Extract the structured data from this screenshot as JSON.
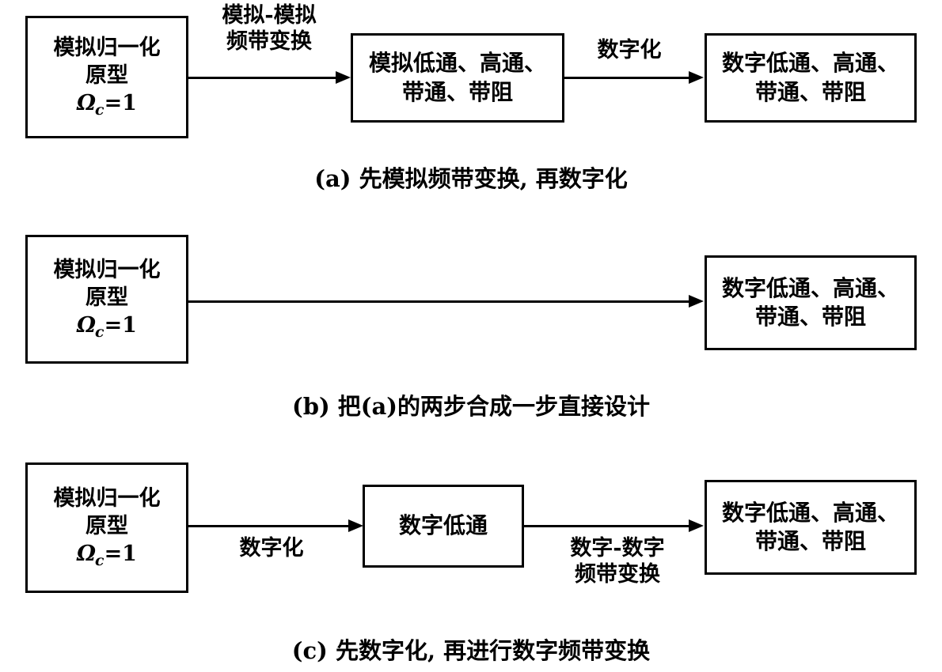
{
  "figure": {
    "title": "IIR digital filter design routes block diagram",
    "line_color": "#000000",
    "background_color": "#ffffff"
  },
  "prototype": {
    "line1": "模拟归一化",
    "line2": "原型",
    "omega_symbol": "Ω",
    "omega_subscript": "c",
    "omega_equation": "=1"
  },
  "sections": [
    {
      "id": "a",
      "caption": "(a) 先模拟频带变换, 再数字化",
      "boxes": [
        {
          "name": "analog-prototype",
          "lines": [
            "模拟归一化",
            "原型",
            "Ωc=1"
          ]
        },
        {
          "name": "analog-filters",
          "lines": [
            "模拟低通、高通、",
            "带通、带阻"
          ]
        },
        {
          "name": "digital-filters",
          "lines": [
            "数字低通、高通、",
            "带通、带阻"
          ]
        }
      ],
      "arrows": [
        {
          "name": "analog-band-transform",
          "label_line1": "模拟-模拟",
          "label_line2": "频带变换"
        },
        {
          "name": "digitize",
          "label_line1": "数字化",
          "label_line2": ""
        }
      ]
    },
    {
      "id": "b",
      "caption": "(b) 把(a)的两步合成一步直接设计",
      "boxes": [
        {
          "name": "analog-prototype",
          "lines": [
            "模拟归一化",
            "原型",
            "Ωc=1"
          ]
        },
        {
          "name": "digital-filters",
          "lines": [
            "数字低通、高通、",
            "带通、带阻"
          ]
        }
      ],
      "arrows": [
        {
          "name": "direct-design",
          "label_line1": "",
          "label_line2": ""
        }
      ]
    },
    {
      "id": "c",
      "caption": "(c) 先数字化, 再进行数字频带变换",
      "boxes": [
        {
          "name": "analog-prototype",
          "lines": [
            "模拟归一化",
            "原型",
            "Ωc=1"
          ]
        },
        {
          "name": "digital-lowpass",
          "lines": [
            "数字低通"
          ]
        },
        {
          "name": "digital-filters",
          "lines": [
            "数字低通、高通、",
            "带通、带阻"
          ]
        }
      ],
      "arrows": [
        {
          "name": "digitize",
          "label_line1": "数字化",
          "label_line2": ""
        },
        {
          "name": "digital-band-transform",
          "label_line1": "数字-数字",
          "label_line2": "频带变换"
        }
      ]
    }
  ],
  "text": {
    "analog_norm_line1": "模拟归一化",
    "analog_norm_line2": "原型",
    "analog_filters_line1": "模拟低通、高通、",
    "analog_filters_line2": "带通、带阻",
    "digital_filters_line1": "数字低通、高通、",
    "digital_filters_line2": "带通、带阻",
    "digital_lowpass": "数字低通",
    "label_analog_transform_1": "模拟-模拟",
    "label_analog_transform_2": "频带变换",
    "label_digitize": "数字化",
    "label_digitize_c": "数字化",
    "label_digital_transform_1": "数字-数字",
    "label_digital_transform_2": "频带变换",
    "caption_a": "(a) 先模拟频带变换, 再数字化",
    "caption_b": "(b) 把(a)的两步合成一步直接设计",
    "caption_c": "(c) 先数字化, 再进行数字频带变换"
  }
}
